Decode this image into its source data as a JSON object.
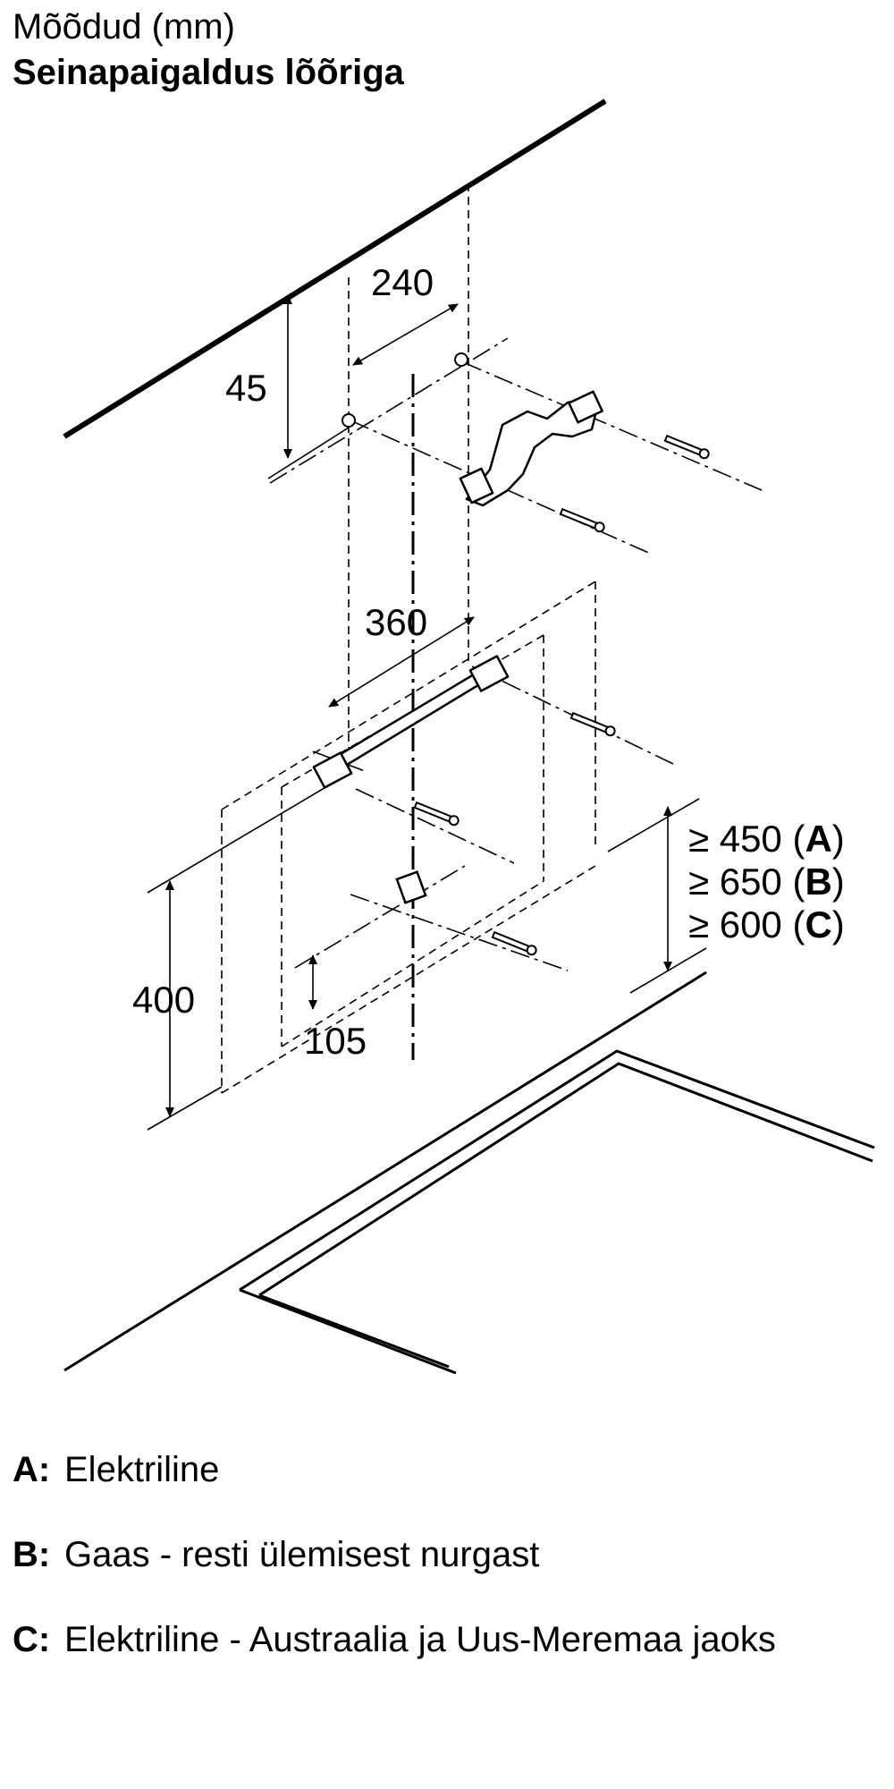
{
  "header": {
    "title": "Mõõdud (mm)",
    "subtitle": "Seinapaigaldus lõõriga"
  },
  "dimensions": {
    "d240": "240",
    "d45": "45",
    "d360": "360",
    "d400": "400",
    "d105": "105",
    "clearance": [
      {
        "prefix": "≥ 450 (",
        "key": "A",
        "suffix": ")"
      },
      {
        "prefix": "≥ 650 (",
        "key": "B",
        "suffix": ")"
      },
      {
        "prefix": "≥ 600 (",
        "key": "C",
        "suffix": ")"
      }
    ]
  },
  "legend": [
    {
      "key": "A:",
      "text": "Elektriline"
    },
    {
      "key": "B:",
      "text": "Gaas - resti ülemisest nurgast"
    },
    {
      "key": "C:",
      "text": "Elektriline - Austraalia ja Uus-Meremaa jaoks"
    }
  ]
}
